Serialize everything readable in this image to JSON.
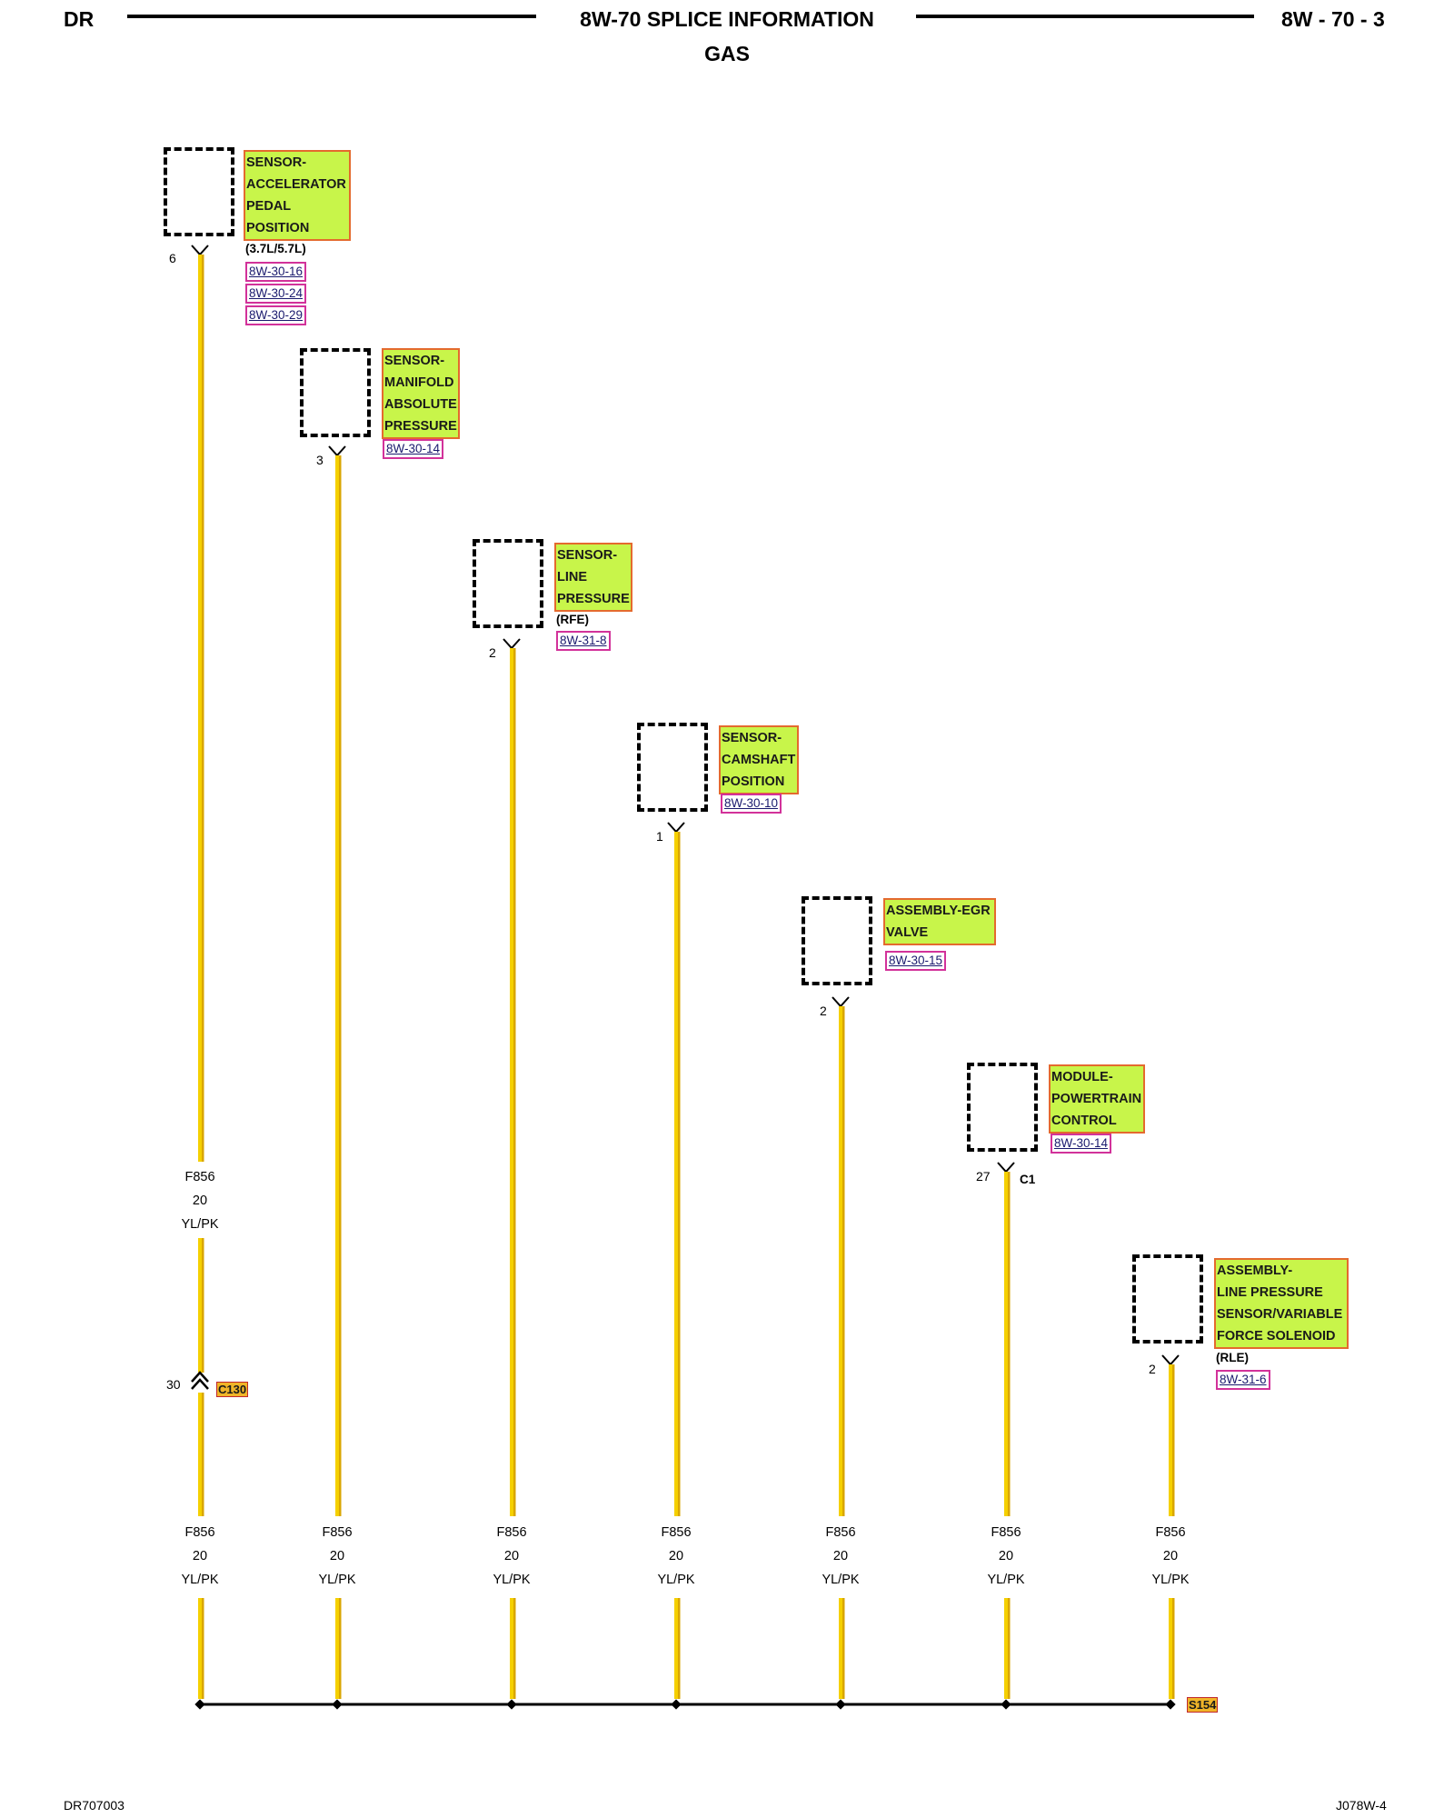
{
  "header": {
    "left_code": "DR",
    "title": "8W-70 SPLICE INFORMATION",
    "subtitle": "GAS",
    "page_number": "8W - 70 - 3"
  },
  "components": [
    {
      "lines": [
        "SENSOR-",
        "ACCELERATOR",
        "PEDAL",
        "POSITION"
      ],
      "note": "(3.7L/5.7L)",
      "refs": [
        "8W-30-16",
        "8W-30-24",
        "8W-30-29"
      ],
      "pin": "6"
    },
    {
      "lines": [
        "SENSOR-",
        "MANIFOLD",
        "ABSOLUTE",
        "PRESSURE"
      ],
      "note": "",
      "refs": [
        "8W-30-14"
      ],
      "pin": "3"
    },
    {
      "lines": [
        "SENSOR-",
        "LINE",
        "PRESSURE"
      ],
      "note": "(RFE)",
      "refs": [
        "8W-31-8"
      ],
      "pin": "2"
    },
    {
      "lines": [
        "SENSOR-",
        "CAMSHAFT",
        "POSITION"
      ],
      "note": "",
      "refs": [
        "8W-30-10"
      ],
      "pin": "1"
    },
    {
      "lines": [
        "ASSEMBLY-EGR",
        "VALVE"
      ],
      "note": "",
      "refs": [
        "8W-30-15"
      ],
      "pin": "2"
    },
    {
      "lines": [
        "MODULE-",
        "POWERTRAIN",
        "CONTROL"
      ],
      "note": "",
      "refs": [
        "8W-30-14"
      ],
      "pin": "27",
      "connector": "C1"
    },
    {
      "lines": [
        "ASSEMBLY-",
        "LINE PRESSURE",
        "SENSOR/VARIABLE",
        "FORCE SOLENOID"
      ],
      "note": "(RLE)",
      "refs": [
        "8W-31-6"
      ],
      "pin": "2"
    }
  ],
  "wire": {
    "circuit": "F856",
    "gauge": "20",
    "color": "YL/PK"
  },
  "inline_connector": {
    "name": "C130",
    "pin": "30"
  },
  "splice": {
    "name": "S154"
  },
  "colors": {
    "wire": "#f5d000",
    "wire_edge": "#d9a600",
    "label_fill": "#c8f54a",
    "label_border": "#e46a2e",
    "ref_border": "#d2329a",
    "tag_fill": "#f0b428"
  },
  "footer": {
    "left": "DR707003",
    "right": "J078W-4"
  }
}
